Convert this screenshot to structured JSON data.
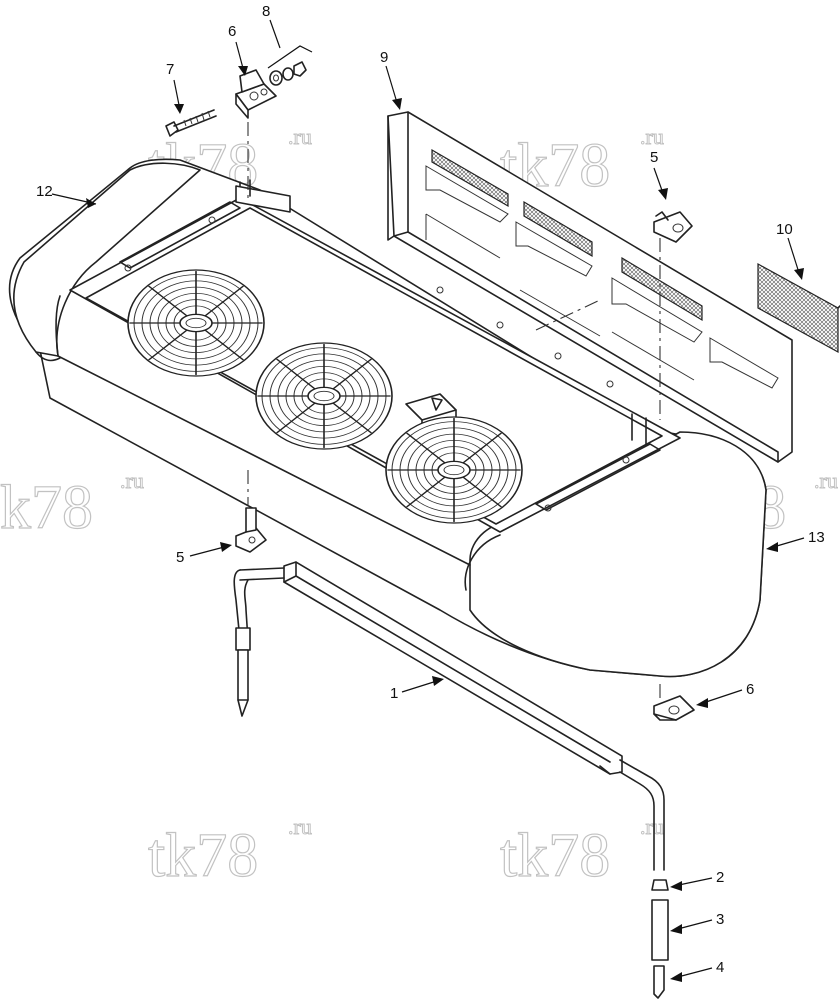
{
  "callouts": [
    {
      "num": "1"
    },
    {
      "num": "2"
    },
    {
      "num": "3"
    },
    {
      "num": "4"
    },
    {
      "num": "5"
    },
    {
      "num": "5"
    },
    {
      "num": "6"
    },
    {
      "num": "6"
    },
    {
      "num": "7"
    },
    {
      "num": "8"
    },
    {
      "num": "9"
    },
    {
      "num": "10"
    },
    {
      "num": "12"
    },
    {
      "num": "13"
    }
  ],
  "watermark": {
    "main": "tk78",
    "main_cropped": "k78",
    "sup": ".ru"
  },
  "colors": {
    "line": "#222222",
    "watermark": "#b8b8b8",
    "background": "#ffffff"
  }
}
